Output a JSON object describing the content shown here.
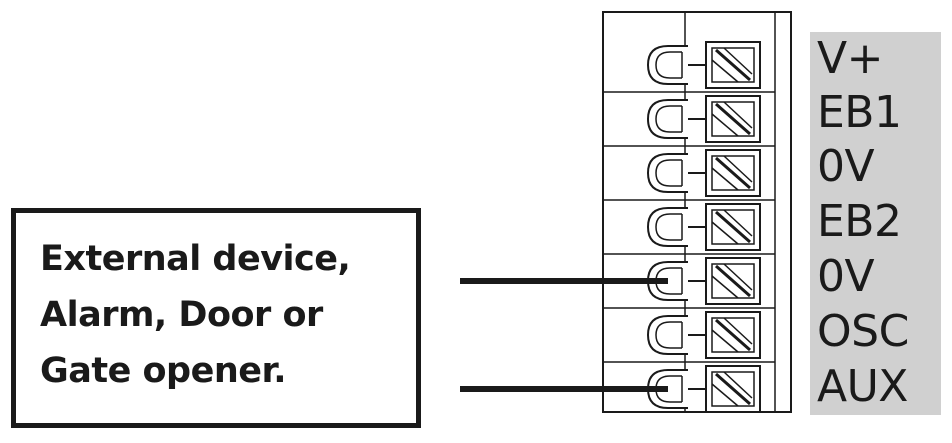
{
  "device": {
    "label": "External device,\nAlarm, Door  or\nGate opener."
  },
  "terminals": [
    {
      "label": "V+",
      "connected": false
    },
    {
      "label": "EB1",
      "connected": false
    },
    {
      "label": "0V",
      "connected": false
    },
    {
      "label": "EB2",
      "connected": false
    },
    {
      "label": "0V",
      "connected": true
    },
    {
      "label": "OSC",
      "connected": false
    },
    {
      "label": "AUX",
      "connected": true
    }
  ],
  "colors": {
    "line": "#1a1a1a",
    "label_background": "#d0d0d0"
  }
}
